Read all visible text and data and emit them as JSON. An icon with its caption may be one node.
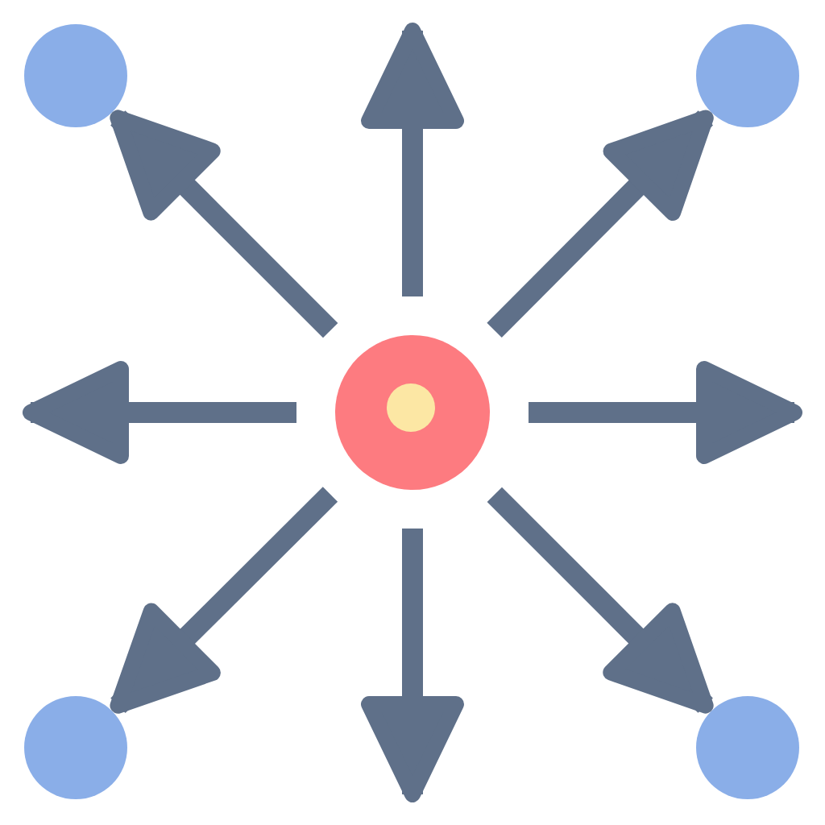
{
  "diagram": {
    "nodes": [
      {
        "text": [],
        "shape": "circle"
      },
      {
        "text": [],
        "shape": "circle"
      },
      {
        "text": [],
        "shape": "circle"
      },
      {
        "text": [],
        "shape": "circle"
      },
      {
        "text": [],
        "shape": "circle"
      }
    ],
    "edges": [
      {
        "from": 0,
        "to": 1,
        "arrow": "to"
      },
      {
        "from": 0,
        "to": 2,
        "arrow": "to"
      },
      {
        "from": 0,
        "to": 3,
        "arrow": "to"
      },
      {
        "from": 0,
        "to": 4,
        "arrow": "to"
      },
      {
        "from": 0,
        "to": null,
        "arrow": "to"
      },
      {
        "from": 0,
        "to": null,
        "arrow": "to"
      },
      {
        "from": 0,
        "to": null,
        "arrow": "to"
      },
      {
        "from": 0,
        "to": null,
        "arrow": "to"
      }
    ]
  }
}
